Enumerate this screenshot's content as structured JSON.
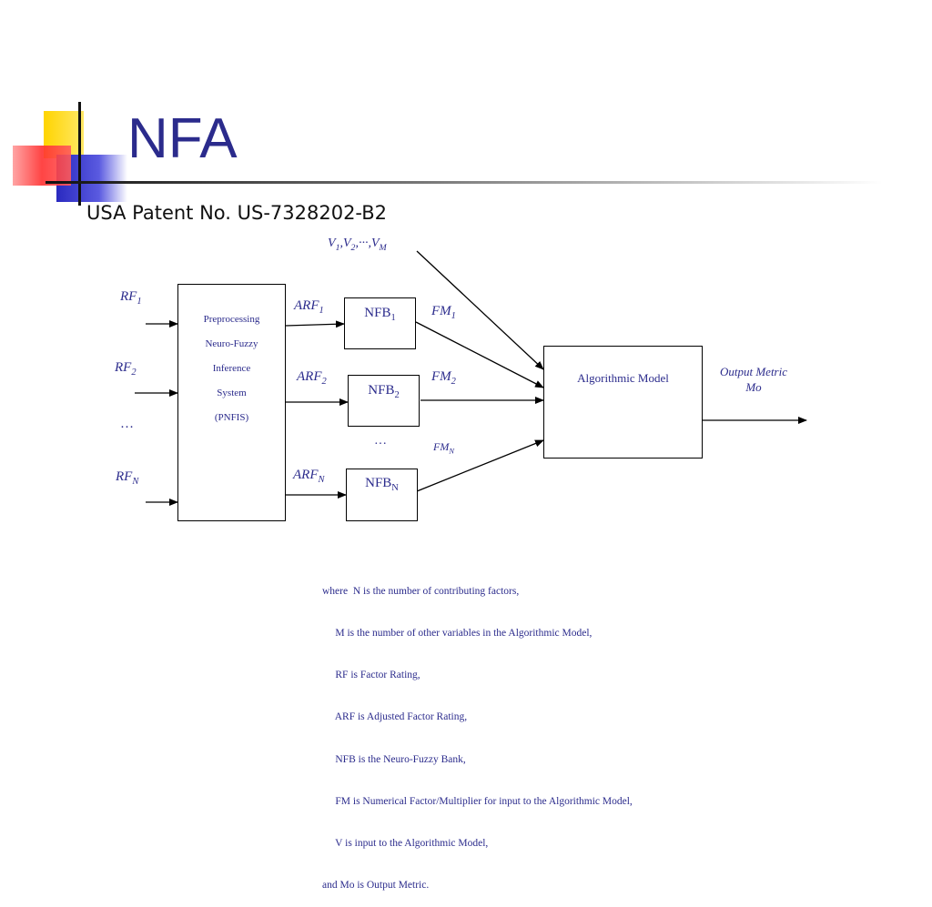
{
  "slide": {
    "title": "NFA",
    "subtitle": "USA Patent No. US-7328202-B2"
  },
  "diagram": {
    "v_input": {
      "v": "V",
      "s1": "1",
      "s2": "2",
      "sep": ",",
      "dots": "···",
      "s3": "M"
    },
    "rf": [
      {
        "base": "RF",
        "sub": "1"
      },
      {
        "base": "RF",
        "sub": "2"
      },
      {
        "base": "RF",
        "sub": "N"
      }
    ],
    "rf_ellipsis": "…",
    "pnfis": {
      "line1": "Preprocessing",
      "line2": "Neuro-Fuzzy",
      "line3": "Inference",
      "line4": "System",
      "line5": "(PNFIS)"
    },
    "arf": [
      {
        "base": "ARF",
        "sub": "1"
      },
      {
        "base": "ARF",
        "sub": "2"
      },
      {
        "base": "ARF",
        "sub": "N"
      }
    ],
    "nfb": [
      {
        "base": "NFB",
        "sub": "1"
      },
      {
        "base": "NFB",
        "sub": "2"
      },
      {
        "base": "NFB",
        "sub": "N"
      }
    ],
    "nfb_ellipsis": "···",
    "fm": [
      {
        "base": "FM",
        "sub": "1"
      },
      {
        "base": "FM",
        "sub": "2"
      },
      {
        "base": "FM",
        "sub": "N"
      }
    ],
    "algorithmic_model": "Algorithmic Model",
    "output": {
      "line1": "Output Metric",
      "line2": "Mo"
    }
  },
  "legend": {
    "lines": [
      "where  N is the number of contributing factors,",
      "     M is the number of other variables in the Algorithmic Model,",
      "     RF is Factor Rating,",
      "     ARF is Adjusted Factor Rating,",
      "     NFB is the Neuro-Fuzzy Bank,",
      "     FM is Numerical Factor/Multiplier for input to the Algorithmic Model,",
      "     V is input to the Algorithmic Model,",
      "and Mo is Output Metric."
    ]
  },
  "colors": {
    "title": "#2b2b8c",
    "accent_yellow": "#ffd400",
    "accent_blue": "#3434c8",
    "accent_red": "#ff3a3a"
  }
}
